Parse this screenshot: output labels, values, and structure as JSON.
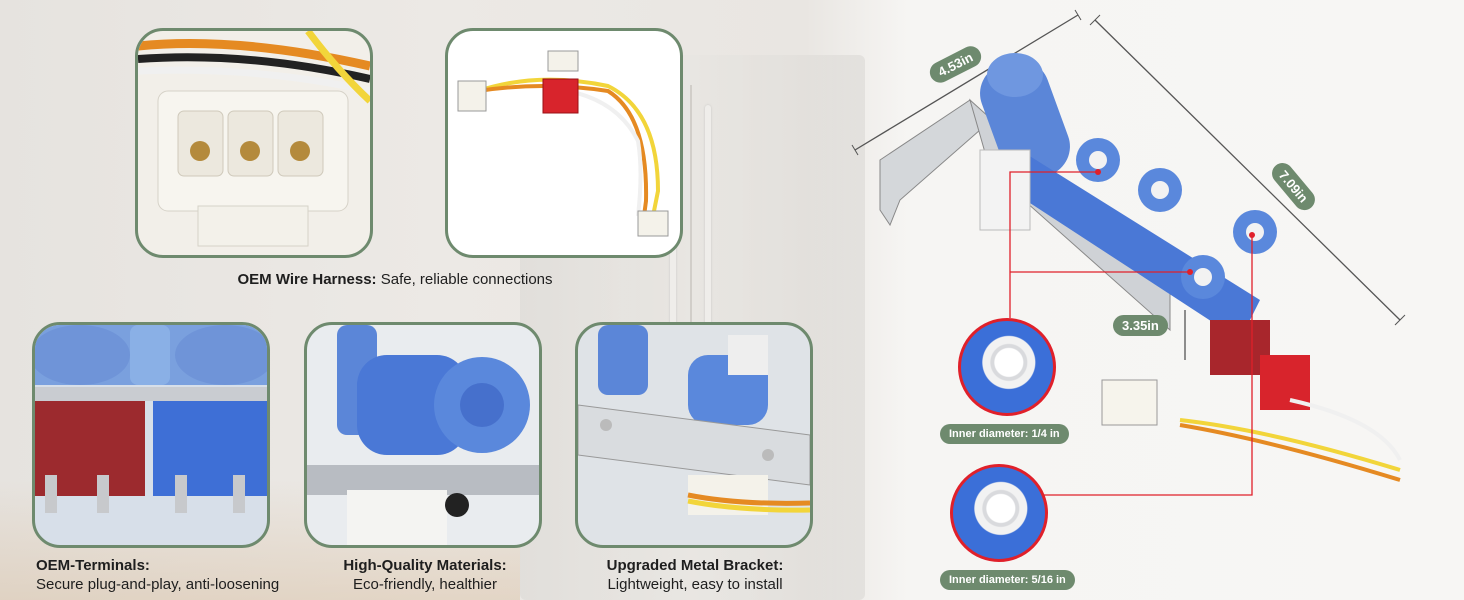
{
  "captions": {
    "harness_title": "OEM Wire Harness:",
    "harness_text": "Safe, reliable connections",
    "terminals_title": "OEM-Terminals:",
    "terminals_text": "Secure plug-and-play, anti-loosening",
    "materials_title": "High-Quality Materials:",
    "materials_text": "Eco-friendly, healthier",
    "bracket_title": "Upgraded Metal Bracket:",
    "bracket_text": "Lightweight, easy to install"
  },
  "dimensions": {
    "width": "4.53in",
    "length": "7.09in",
    "height": "3.35in"
  },
  "callouts": {
    "inner_diameter_small": "Inner diameter: 1/4 in",
    "inner_diameter_large": "Inner diameter: 5/16 in"
  },
  "colors": {
    "accent_green": "#6e8a6e",
    "callout_red": "#e0202a",
    "valve_blue": "#4a78d6",
    "valve_red": "#b2242a"
  }
}
